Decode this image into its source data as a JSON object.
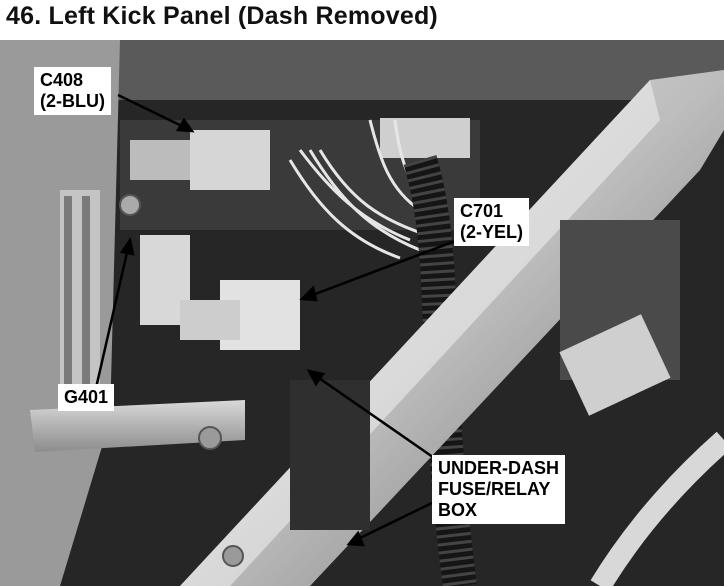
{
  "title": "46. Left Kick Panel (Dash Removed)",
  "callouts": {
    "c408": {
      "line1": "C408",
      "line2": "(2-BLU)"
    },
    "c701": {
      "line1": "C701",
      "line2": "(2-YEL)"
    },
    "g401": {
      "line1": "G401"
    },
    "under_dash_box": {
      "line1": "UNDER-DASH",
      "line2": "FUSE/RELAY",
      "line3": "BOX"
    }
  }
}
